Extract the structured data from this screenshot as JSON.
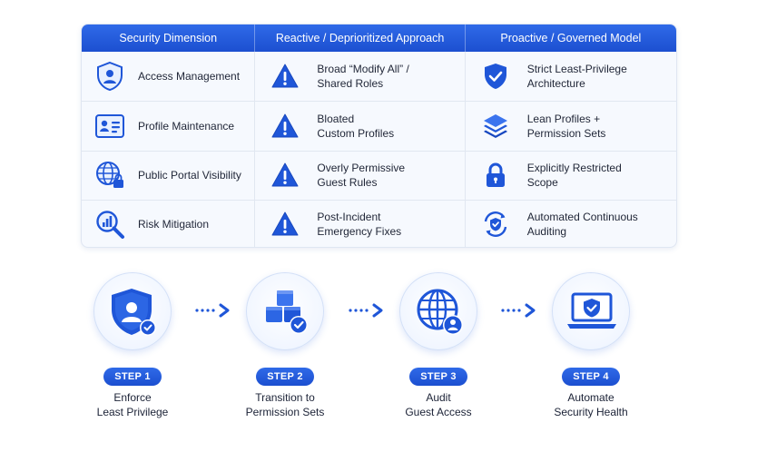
{
  "colors": {
    "primary": "#1f56d8",
    "header": "#2860e0",
    "light": "#eaf1ff"
  },
  "table": {
    "headers": [
      "Security Dimension",
      "Reactive / Deprioritized Approach",
      "Proactive / Governed Model"
    ],
    "rows": [
      {
        "dimension": "Access Management",
        "dimension_icon": "shield-user-icon",
        "reactive": "Broad “Modify All” /\nShared Roles",
        "reactive_icon": "warning-icon",
        "proactive": "Strict Least-Privilege\nArchitecture",
        "proactive_icon": "shield-check-icon"
      },
      {
        "dimension": "Profile Maintenance",
        "dimension_icon": "id-card-icon",
        "reactive": "Bloated\nCustom Profiles",
        "reactive_icon": "warning-icon",
        "proactive": "Lean Profiles +\nPermission Sets",
        "proactive_icon": "layers-icon"
      },
      {
        "dimension": "Public Portal Visibility",
        "dimension_icon": "globe-lock-icon",
        "reactive": "Overly Permissive\nGuest Rules",
        "reactive_icon": "warning-icon",
        "proactive": "Explicitly Restricted\nScope",
        "proactive_icon": "padlock-icon"
      },
      {
        "dimension": "Risk Mitigation",
        "dimension_icon": "magnifier-chart-icon",
        "reactive": "Post-Incident\nEmergency Fixes",
        "reactive_icon": "warning-icon",
        "proactive": "Automated Continuous\nAuditing",
        "proactive_icon": "refresh-shield-icon"
      }
    ]
  },
  "steps": [
    {
      "badge": "STEP 1",
      "label": "Enforce\nLeast Privilege",
      "icon": "shield-user-check-icon"
    },
    {
      "badge": "STEP 2",
      "label": "Transition to\nPermission Sets",
      "icon": "cubes-check-icon"
    },
    {
      "badge": "STEP 3",
      "label": "Audit\nGuest Access",
      "icon": "globe-user-icon"
    },
    {
      "badge": "STEP 4",
      "label": "Automate\nSecurity Health",
      "icon": "laptop-shield-icon"
    }
  ]
}
